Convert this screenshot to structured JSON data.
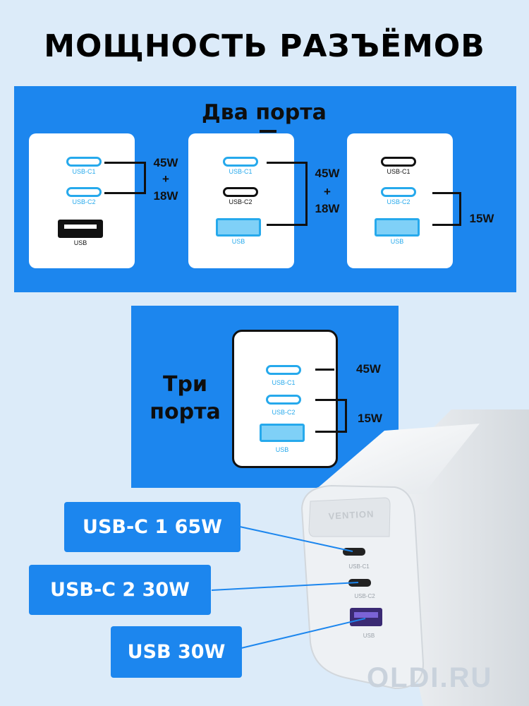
{
  "title": "МОЩНОСТЬ РАЗЪЁМОВ",
  "two_ports": {
    "heading": "Два порта",
    "configs": [
      {
        "ports": [
          "USB-C1",
          "USB-C2",
          "USB"
        ],
        "power_top": "45W",
        "power_plus": "+",
        "power_bottom": "18W"
      },
      {
        "ports": [
          "USB-C1",
          "USB-C2",
          "USB"
        ],
        "power_top": "45W",
        "power_plus": "+",
        "power_bottom": "18W"
      },
      {
        "ports": [
          "USB-C1",
          "USB-C2",
          "USB"
        ],
        "power": "15W"
      }
    ]
  },
  "three_ports": {
    "heading_line1": "Три",
    "heading_line2": "порта",
    "ports": [
      "USB-C1",
      "USB-C2",
      "USB"
    ],
    "power_c1": "45W",
    "power_rest": "15W"
  },
  "callouts": {
    "usb_c1": "USB-C 1 65W",
    "usb_c2": "USB-C 2 30W",
    "usb": "USB 30W"
  },
  "charger": {
    "brand": "VENTION",
    "port_labels": [
      "USB-C1",
      "USB-C2",
      "USB"
    ]
  },
  "watermark": "OLDI.RU",
  "colors": {
    "panel": "#1c86ee",
    "background": "#dcebf9",
    "port_accent": "#26a9ec"
  }
}
